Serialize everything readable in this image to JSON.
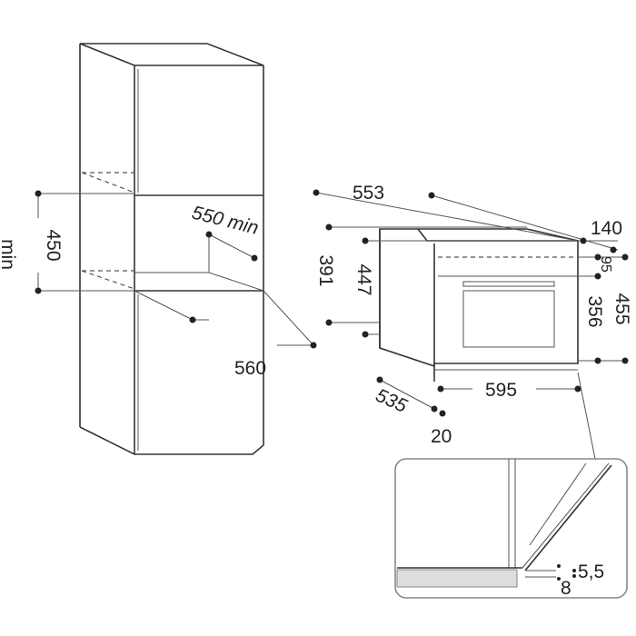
{
  "dimensions": {
    "cabinet_height": "450",
    "cabinet_height_suffix": "min",
    "cabinet_depth": "550 min",
    "cabinet_width": "560",
    "oven_depth_top": "553",
    "top_offset": "140",
    "top_gap": "95",
    "side_height_391": "391",
    "side_height_447": "447",
    "front_height": "455",
    "door_height": "356",
    "oven_width": "595",
    "side_depth": "535",
    "front_offset": "20",
    "detail_gap_1": "5,5",
    "detail_gap_2": "8"
  }
}
